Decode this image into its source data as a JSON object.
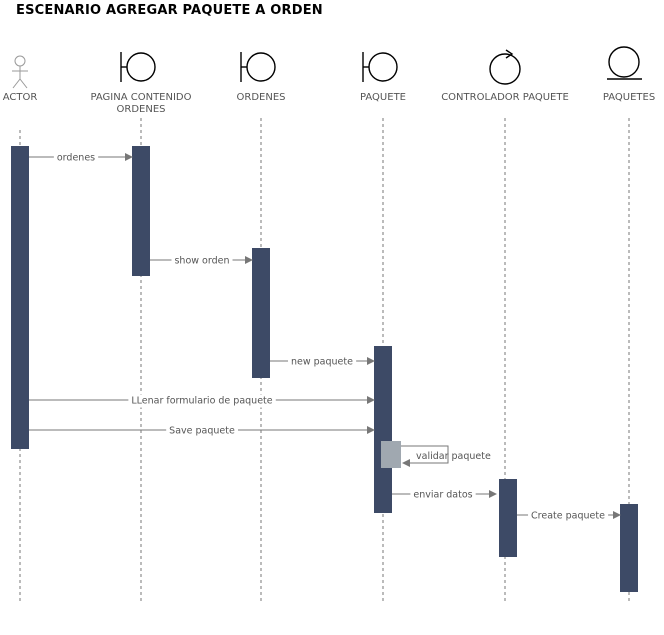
{
  "title": "ESCENARIO AGREGAR PAQUETE A ORDEN",
  "colors": {
    "activation": "#3d4a66",
    "self_activation": "#a0a8b0",
    "lifeline": "#777777",
    "arrow": "#777777",
    "icon": "#000000",
    "actor": "#9a9a9a",
    "text": "#555555"
  },
  "participants": [
    {
      "id": "actor",
      "label": [
        "ACTOR"
      ],
      "kind": "actor-icon"
    },
    {
      "id": "pagina",
      "label": [
        "PAGINA CONTENIDO",
        "ORDENES"
      ],
      "kind": "boundary-icon"
    },
    {
      "id": "ordenes",
      "label": [
        "ORDENES"
      ],
      "kind": "boundary-icon"
    },
    {
      "id": "paquete",
      "label": [
        "PAQUETE"
      ],
      "kind": "boundary-icon"
    },
    {
      "id": "controlador",
      "label": [
        "CONTROLADOR PAQUETE"
      ],
      "kind": "control-icon"
    },
    {
      "id": "paquetes",
      "label": [
        "PAQUETES"
      ],
      "kind": "entity-icon"
    }
  ],
  "messages": [
    {
      "id": "ordenes",
      "from": "actor",
      "to": "pagina",
      "label": "ordenes"
    },
    {
      "id": "show-orden",
      "from": "pagina",
      "to": "ordenes",
      "label": "show orden"
    },
    {
      "id": "new-paquete",
      "from": "ordenes",
      "to": "paquete",
      "label": "new paquete"
    },
    {
      "id": "llenar",
      "from": "actor",
      "to": "paquete",
      "label": "LLenar formulario de paquete"
    },
    {
      "id": "save",
      "from": "actor",
      "to": "paquete",
      "label": "Save paquete"
    },
    {
      "id": "validar",
      "from": "paquete",
      "to": "paquete",
      "label": "validar paquete",
      "self": true
    },
    {
      "id": "enviar",
      "from": "paquete",
      "to": "controlador",
      "label": "enviar datos"
    },
    {
      "id": "create",
      "from": "controlador",
      "to": "paquetes",
      "label": "Create  paquete"
    }
  ]
}
